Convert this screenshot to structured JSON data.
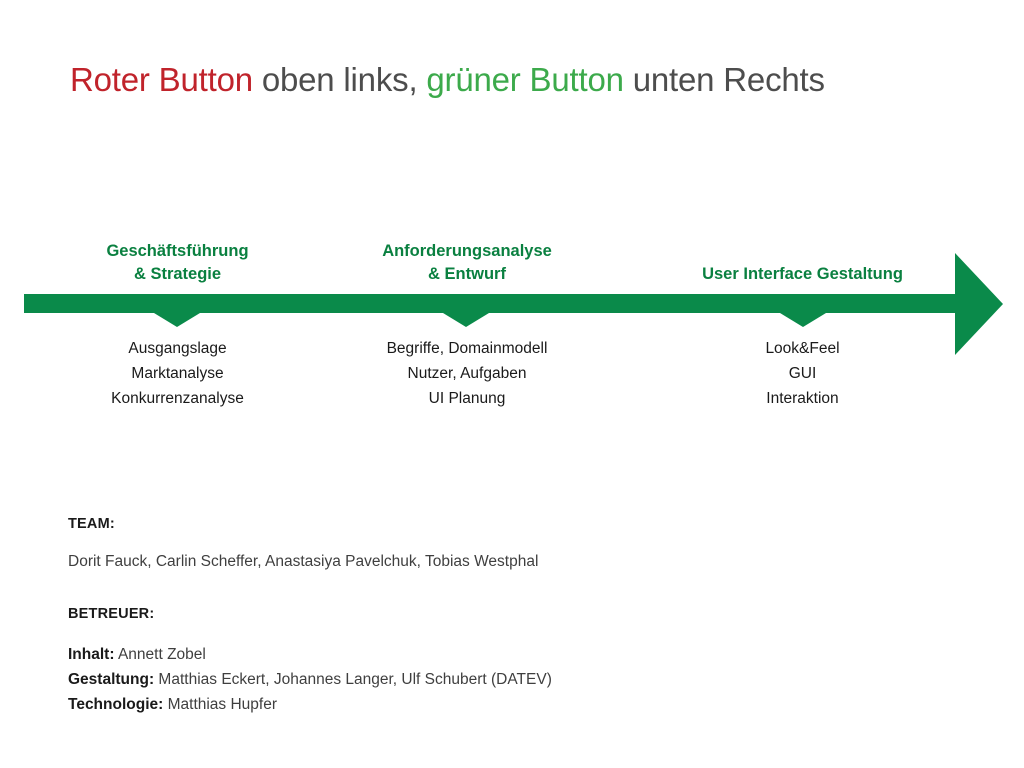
{
  "slide": {
    "background_color": "#ffffff",
    "title": {
      "segments": [
        {
          "text": "Roter Button",
          "color": "#c0232b",
          "style": "red"
        },
        {
          "text": " oben links, ",
          "color": "#4d4d4d",
          "style": "gray"
        },
        {
          "text": "grüner Button",
          "color": "#3caa4b",
          "style": "green"
        },
        {
          "text": " unten Rechts",
          "color": "#4d4d4d",
          "style": "gray"
        }
      ],
      "full_text": "Roter Button oben links, grüner Button unten Rechts"
    },
    "timeline": {
      "arrow_color": "#0a8a4a",
      "heading_color": "#0a8040",
      "phases": [
        {
          "heading": "Geschäftsführung\n& Strategie",
          "items": "Ausgangslage\nMarktanalyse\nKonkurrenzanalyse",
          "items_list": [
            "Ausgangslage",
            "Marktanalyse",
            "Konkurrenzanalyse"
          ]
        },
        {
          "heading": "Anforderungsanalyse\n& Entwurf",
          "items": "Begriffe, Domainmodell\nNutzer, Aufgaben\nUI Planung",
          "items_list": [
            "Begriffe, Domainmodell",
            "Nutzer, Aufgaben",
            "UI Planung"
          ]
        },
        {
          "heading": "User Interface Gestaltung",
          "items": "Look&Feel\nGUI\nInteraktion",
          "items_list": [
            "Look&Feel",
            "GUI",
            "Interaktion"
          ]
        }
      ]
    },
    "credits": {
      "team_label": "TEAM:",
      "team_names": "Dorit Fauck, Carlin Scheffer, Anastasiya Pavelchuk, Tobias Westphal",
      "betreuer_label": "BETREUER:",
      "betreuer_rows": [
        {
          "key": "Inhalt:",
          "value": " Annett Zobel"
        },
        {
          "key": "Gestaltung:",
          "value": " Matthias Eckert, Johannes Langer, Ulf Schubert (DATEV)"
        },
        {
          "key": "Technologie:",
          "value": " Matthias Hupfer"
        }
      ]
    }
  }
}
